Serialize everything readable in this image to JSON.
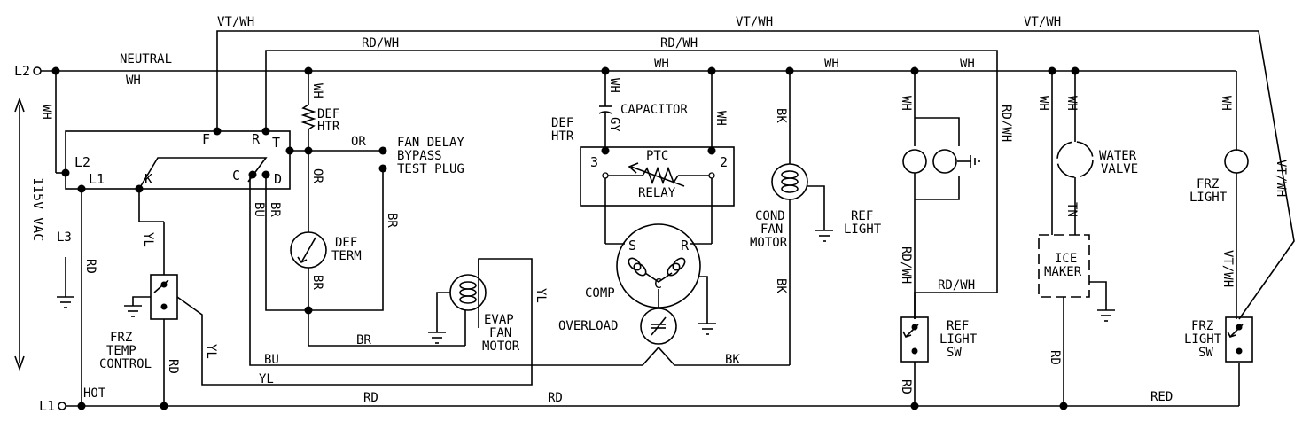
{
  "wire_colors": {
    "vt_wh": "VT/WH",
    "rd_wh": "RD/WH",
    "wh": "WH",
    "neutral": "NEUTRAL",
    "or": "OR",
    "br": "BR",
    "bu": "BU",
    "yl": "YL",
    "rd": "RD",
    "bk": "BK",
    "gy": "GY",
    "tn": "TN",
    "red": "RED"
  },
  "terminals": {
    "l2_line": "L2",
    "l1_line": "L1",
    "l3": "L3",
    "hot": "HOT",
    "voltage": "115V VAC",
    "ctl_l2": "L2",
    "ctl_l1": "L1",
    "ctl_k": "K",
    "ctl_f": "F",
    "ctl_r": "R",
    "ctl_t": "T",
    "ctl_c": "C",
    "ctl_d": "D",
    "relay_3": "3",
    "relay_2": "2",
    "comp_s": "S",
    "comp_r": "R",
    "comp_c": "C"
  },
  "components": {
    "def_htr_1": "DEF",
    "def_htr_2": "HTR",
    "def_htr2_1": "DEF",
    "def_htr2_2": "HTR",
    "fan_delay_1": "FAN DELAY",
    "fan_delay_2": "BYPASS",
    "fan_delay_3": "TEST PLUG",
    "capacitor": "CAPACITOR",
    "ptc": "PTC",
    "relay": "RELAY",
    "def_term_1": "DEF",
    "def_term_2": "TERM",
    "frz_temp_1": "FRZ",
    "frz_temp_2": "TEMP",
    "frz_temp_3": "CONTROL",
    "evap_1": "EVAP",
    "evap_2": "FAN",
    "evap_3": "MOTOR",
    "comp": "COMP",
    "overload": "OVERLOAD",
    "cond_1": "COND",
    "cond_2": "FAN",
    "cond_3": "MOTOR",
    "ref_light_1": "REF",
    "ref_light_2": "LIGHT",
    "ref_sw_1": "REF",
    "ref_sw_2": "LIGHT",
    "ref_sw_3": "SW",
    "water_1": "WATER",
    "water_2": "VALVE",
    "ice_1": "ICE",
    "ice_2": "MAKER",
    "frz_light_1": "FRZ",
    "frz_light_2": "LIGHT",
    "frz_sw_1": "FRZ",
    "frz_sw_2": "LIGHT",
    "frz_sw_3": "SW"
  }
}
